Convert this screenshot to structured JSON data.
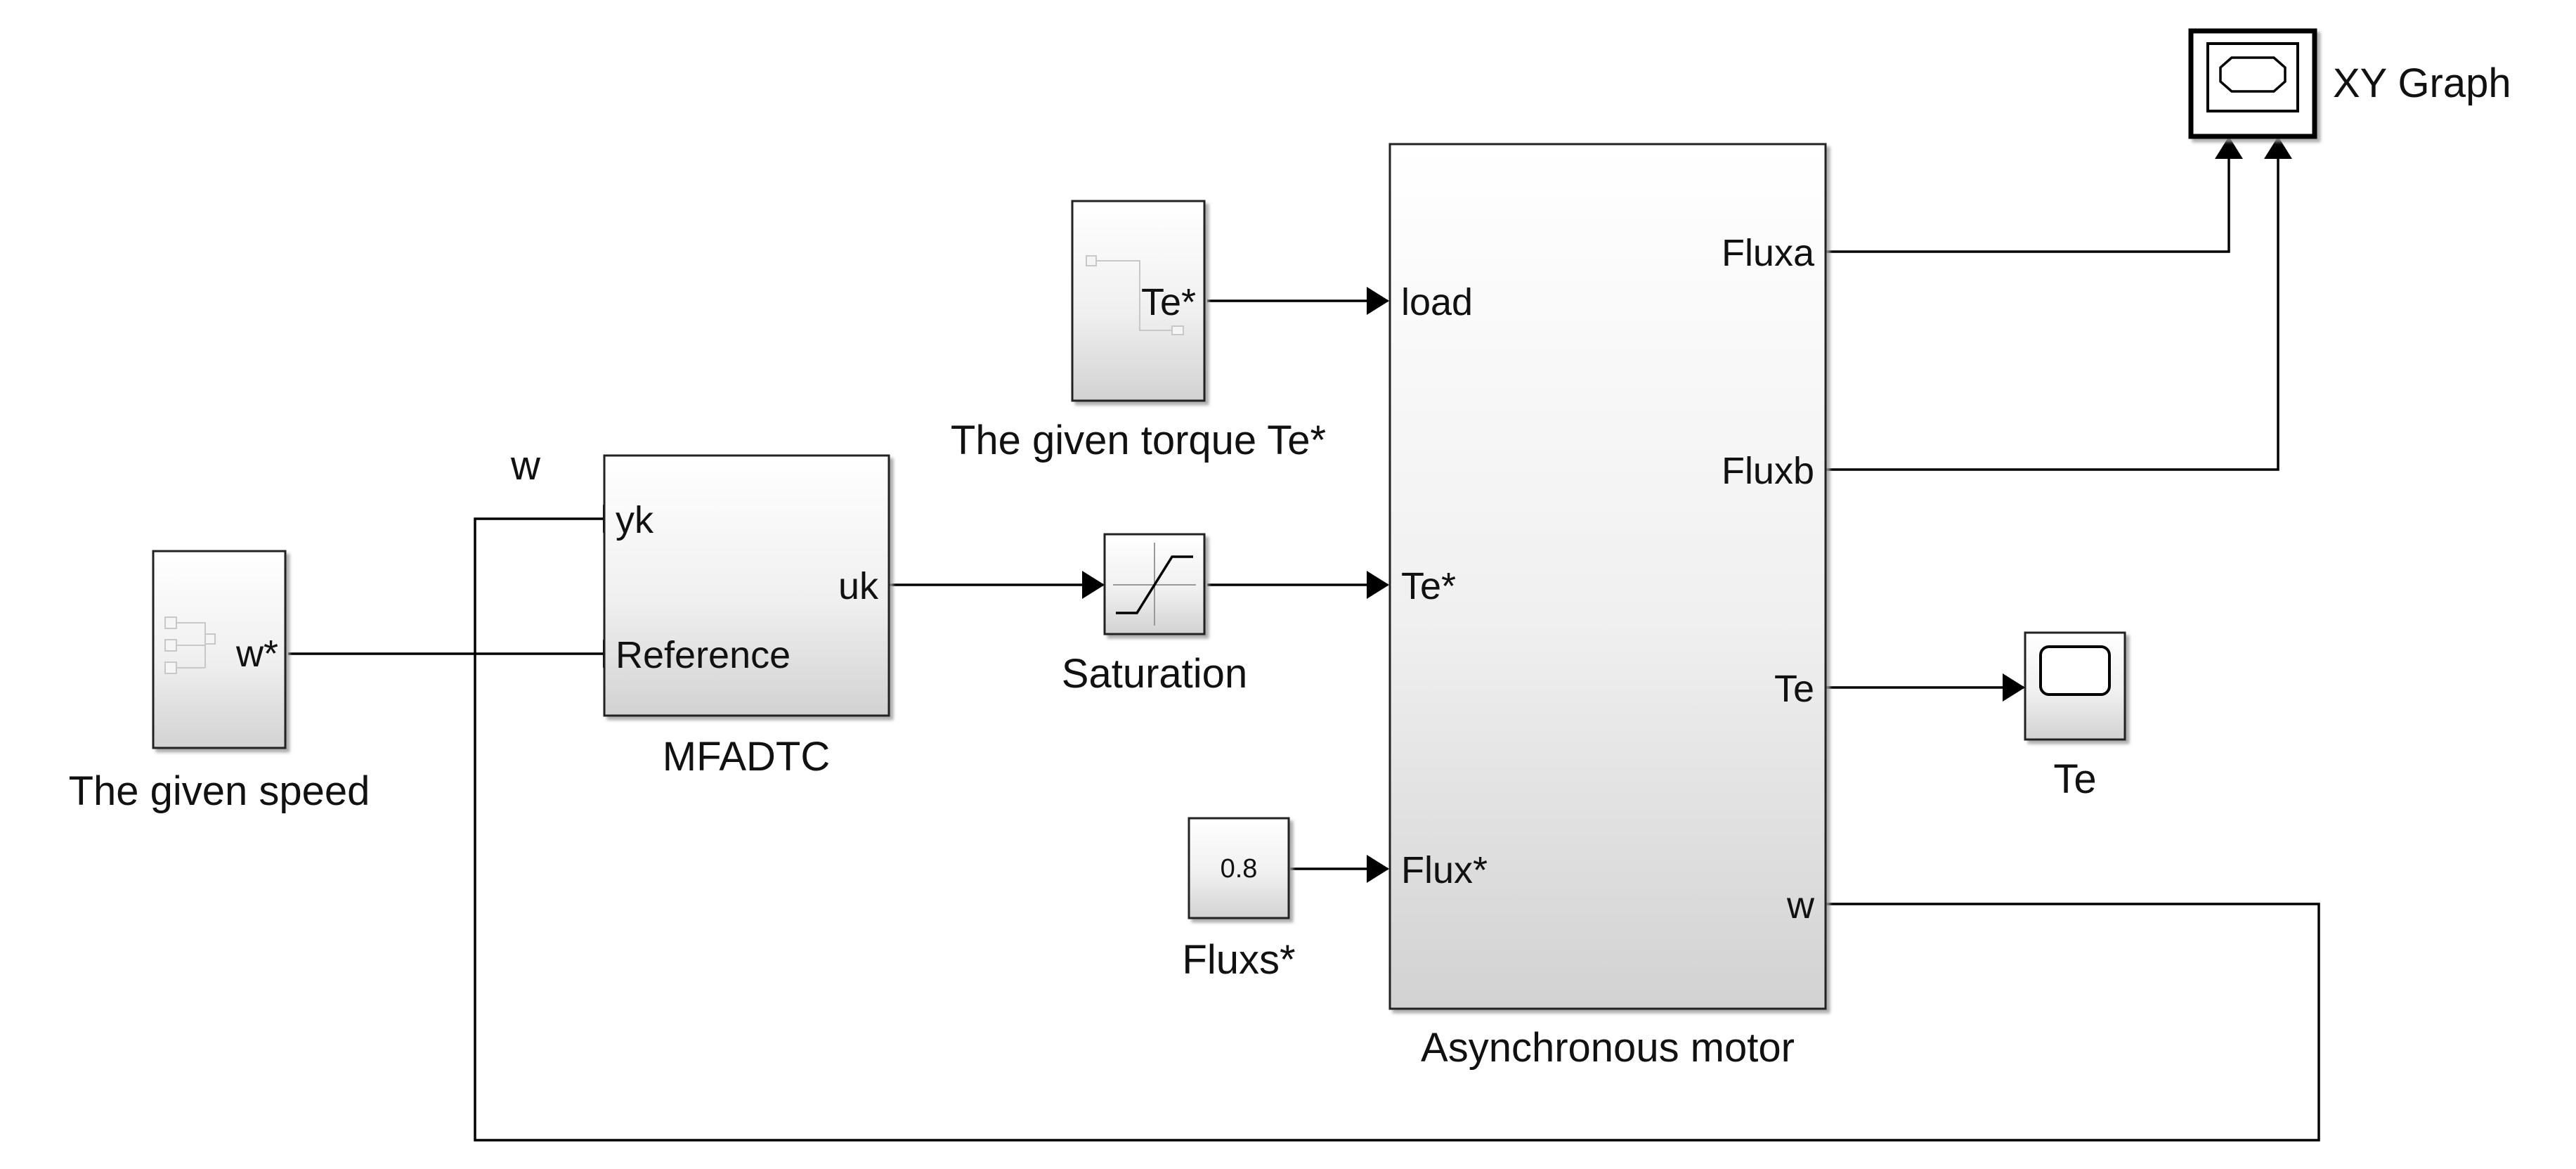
{
  "blocks": {
    "given_speed": {
      "label": "The given speed",
      "port_out": "w*"
    },
    "given_torque": {
      "label": "The given torque Te*",
      "port_out": "Te*"
    },
    "mfadtc": {
      "label": "MFADTC",
      "port_in_1": "yk",
      "port_in_2": "Reference",
      "port_out": "uk"
    },
    "saturation": {
      "label": "Saturation"
    },
    "flux_const": {
      "label": "Fluxs*",
      "value": "0.8"
    },
    "motor": {
      "label": "Asynchronous motor",
      "port_in_1": "load",
      "port_in_2": "Te*",
      "port_in_3": "Flux*",
      "port_out_1": "Fluxa",
      "port_out_2": "Fluxb",
      "port_out_3": "Te",
      "port_out_4": "w"
    },
    "xy_graph": {
      "label": "XY Graph"
    },
    "te_scope": {
      "label": "Te"
    }
  },
  "signals": {
    "feedback_w": "w"
  },
  "icons": {
    "subsystem": "subsystem-icon",
    "saturation": "saturation-curve-icon",
    "scope": "scope-screen-icon",
    "xy_graph": "xy-graph-icon"
  },
  "colors": {
    "wire": "#000000",
    "block_border": "#222222",
    "block_fill_top": "#ffffff",
    "block_fill_bottom": "#d4d4d4"
  }
}
